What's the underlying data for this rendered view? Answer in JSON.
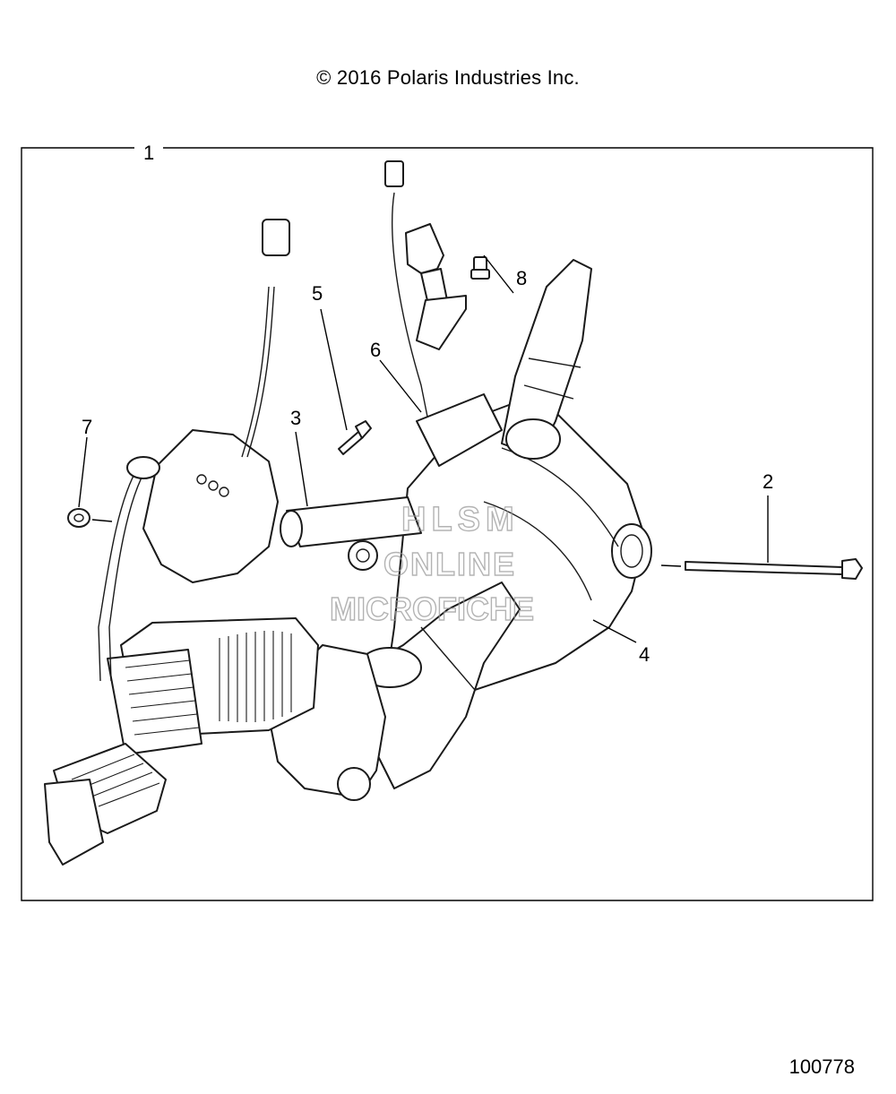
{
  "header": {
    "copyright": "© 2016 Polaris Industries Inc."
  },
  "footer": {
    "document_number": "100778"
  },
  "watermark": {
    "line1": "HLSM",
    "line2": "ONLINE",
    "line3": "MICROFICHE"
  },
  "callouts": [
    {
      "id": "callout-1",
      "label": "1"
    },
    {
      "id": "callout-2",
      "label": "2"
    },
    {
      "id": "callout-3",
      "label": "3"
    },
    {
      "id": "callout-4",
      "label": "4"
    },
    {
      "id": "callout-5",
      "label": "5"
    },
    {
      "id": "callout-6",
      "label": "6"
    },
    {
      "id": "callout-7",
      "label": "7"
    },
    {
      "id": "callout-8",
      "label": "8"
    }
  ],
  "colors": {
    "line": "#1a1a1a",
    "watermark": "#9a9a9a",
    "background": "#ffffff"
  }
}
